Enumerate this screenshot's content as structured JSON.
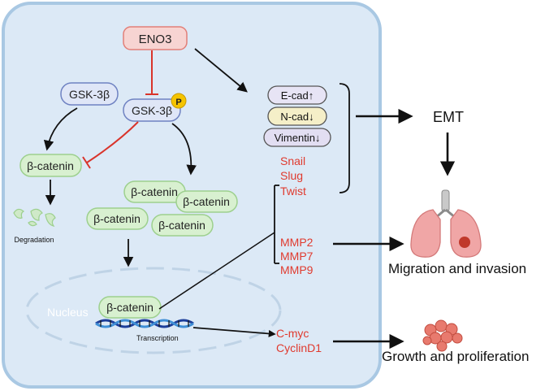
{
  "nodes": {
    "eno3": "ENO3",
    "gsk_left": "GSK-3β",
    "gsk_center": "GSK-3β",
    "phospho": "P",
    "bcat_left": "β-catenin",
    "bcat_a": "β-catenin",
    "bcat_b": "β-catenin",
    "bcat_c": "β-catenin",
    "bcat_d": "β-catenin",
    "bcat_nucleus": "β-catenin",
    "degradation": "Degradation",
    "nucleus": "Nucleus",
    "transcription": "Transcription"
  },
  "markers": {
    "ecad": "E-cad↑",
    "ncad": "N-cad↓",
    "vimentin": "Vimentin↓"
  },
  "targets": {
    "snail": "Snail",
    "slug": "Slug",
    "twist": "Twist",
    "mmp2": "MMP2",
    "mmp7": "MMP7",
    "mmp9": "MMP9",
    "cmyc": "C-myc",
    "cyclind1": "CyclinD1"
  },
  "outcomes": {
    "emt": "EMT",
    "migration": "Migration and invasion",
    "growth": "Growth and proliferation"
  },
  "colors": {
    "cell_fill": "#dce9f6",
    "cell_border": "#a9c8e3",
    "green_fill": "#d8f0d0",
    "green_border": "#9dd08e",
    "red_text": "#e03a2e",
    "inhibit": "#d9342b",
    "eno3_fill": "#f7d4d2",
    "eno3_border": "#e27f78"
  },
  "icons": [
    "phospho-badge",
    "lung-icon",
    "tumor-cells-icon",
    "dna-helix-icon",
    "degradation-fragments-icon"
  ]
}
